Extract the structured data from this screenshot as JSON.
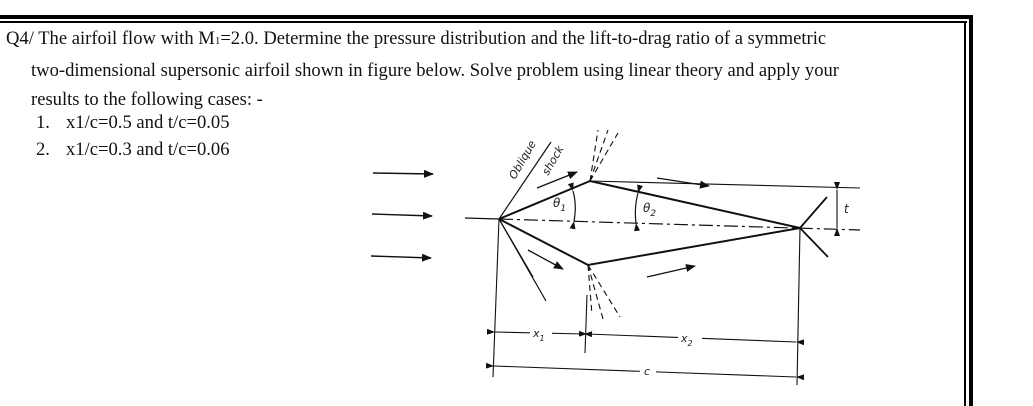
{
  "question": {
    "number": "Q4/",
    "line1_pre": " The airfoil flow with M",
    "mach_subscript": "1",
    "line1_post": "=2.0. Determine the pressure distribution and the lift-to-drag ratio of a symmetric",
    "line2": "two-dimensional supersonic airfoil shown in figure below. Solve problem using linear theory and apply your",
    "line3": "results to the following cases: -"
  },
  "cases": [
    {
      "num": "1.",
      "text": "x1/c=0.5 and t/c=0.05"
    },
    {
      "num": "2.",
      "text": "x1/c=0.3 and t/c=0.06"
    }
  ],
  "figure": {
    "labels": {
      "oblique": "Oblique",
      "shock": "shock",
      "theta1": "θ",
      "theta1_sub": "1",
      "theta2": "θ",
      "theta2_sub": "2",
      "thickness": "t",
      "x1": "x",
      "x1_sub": "1",
      "x2": "x",
      "x2_sub": "2",
      "chord": "c"
    }
  }
}
